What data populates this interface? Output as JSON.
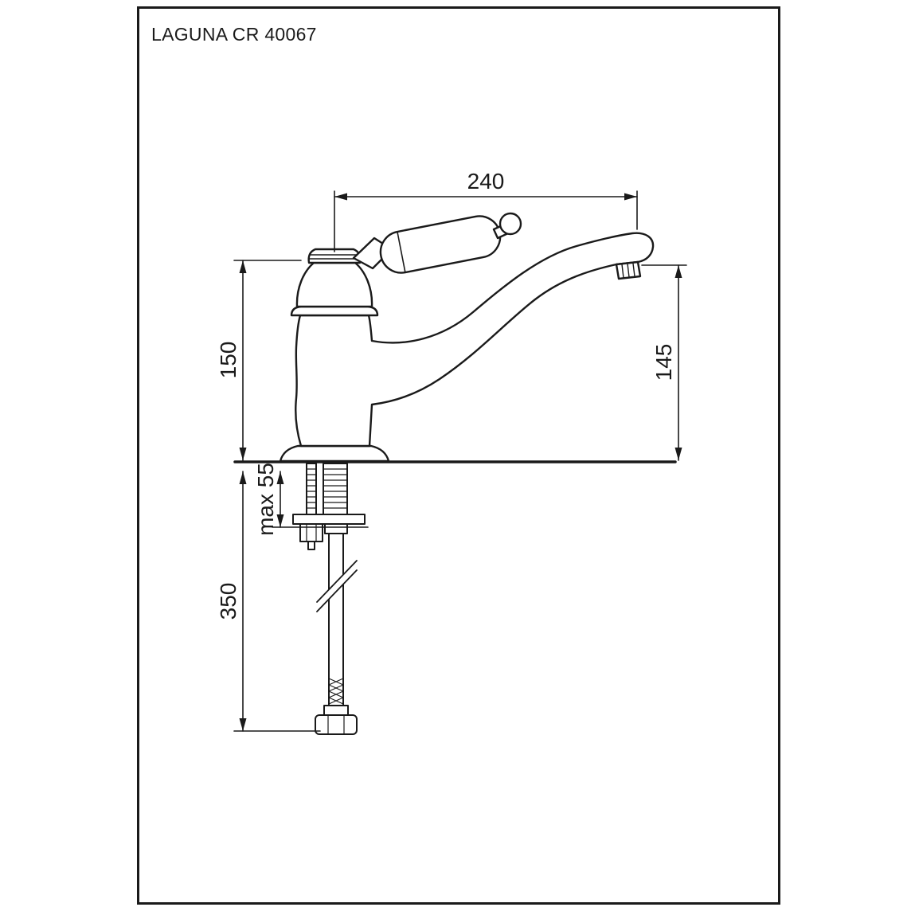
{
  "sheet": {
    "title": "LAGUNA CR 40067"
  },
  "dimensions": {
    "spout_reach": "240",
    "body_height_above_deck": "150",
    "spout_outlet_height": "145",
    "max_mounting_thickness": "max 55",
    "hose_length": "350"
  },
  "colors": {
    "line": "#1a1a1a",
    "background": "#ffffff"
  }
}
